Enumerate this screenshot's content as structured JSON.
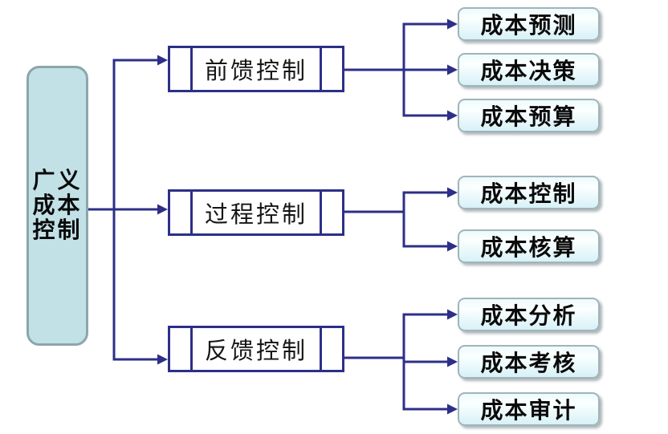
{
  "colors": {
    "connector_navy": "#2d2f88",
    "root_fill": "#c2e1e6",
    "root_border": "#8ca6ab",
    "leaf_border": "#9eb5ba",
    "leaf_fill_top": "#eefafc",
    "leaf_fill_bottom": "#d7f1f7",
    "text_black": "#0a0a0a",
    "background": "#ffffff"
  },
  "diagram": {
    "root": {
      "label": "广义\n成本\n控制"
    },
    "branches": [
      {
        "label": "前馈控制",
        "children": [
          "成本预测",
          "成本决策",
          "成本预算"
        ]
      },
      {
        "label": "过程控制",
        "children": [
          "成本控制",
          "成本核算"
        ]
      },
      {
        "label": "反馈控制",
        "children": [
          "成本分析",
          "成本考核",
          "成本审计"
        ]
      }
    ]
  }
}
